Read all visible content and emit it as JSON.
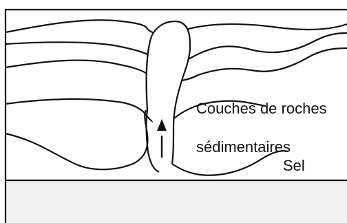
{
  "labels": {
    "layers_line1": "Couches de roches",
    "layers_line2": "sédimentaires",
    "salt": "Sel"
  },
  "colors": {
    "background": "#ffffff",
    "outline": "#111111",
    "basement": "#efefef"
  },
  "symbols": {
    "upward_arrow": "arrow-up-icon"
  }
}
